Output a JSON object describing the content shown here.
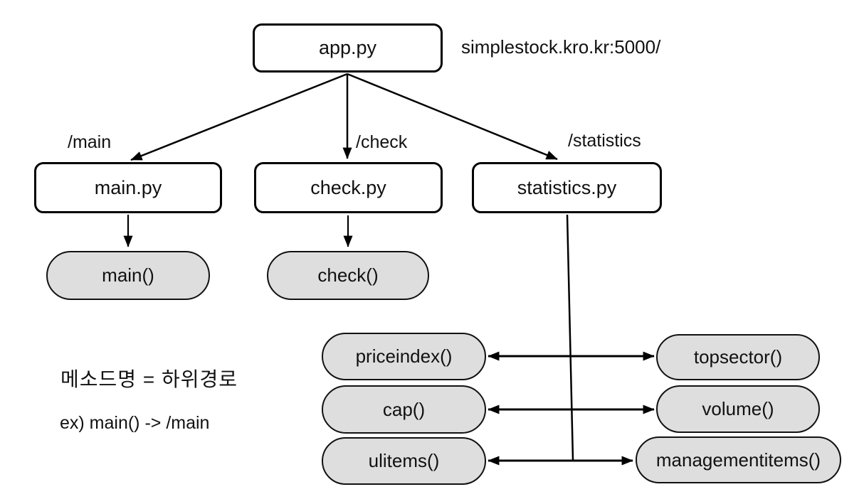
{
  "app": {
    "file": "app.py",
    "address": "simplestock.kro.kr:5000/"
  },
  "routes": [
    {
      "path": "/main",
      "file": "main.py",
      "methods": [
        "main()"
      ]
    },
    {
      "path": "/check",
      "file": "check.py",
      "methods": [
        "check()"
      ]
    },
    {
      "path": "/statistics",
      "file": "statistics.py",
      "methods_left": [
        "priceindex()",
        "cap()",
        "ulitems()"
      ],
      "methods_right": [
        "topsector()",
        "volume()",
        "managementitems()"
      ]
    }
  ],
  "note": {
    "line1": "메소드명 = 하위경로",
    "line2": "ex) main() -> /main"
  },
  "colors": {
    "stroke": "#000000",
    "file_box_fill": "#ffffff",
    "method_pill_fill": "#dedede"
  }
}
